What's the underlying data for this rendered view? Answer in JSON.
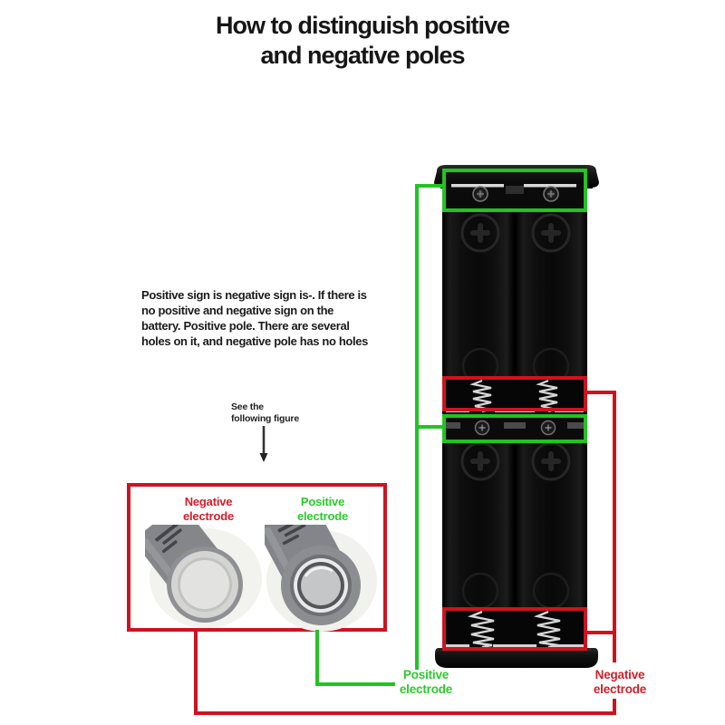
{
  "title": {
    "line1": "How to distinguish positive",
    "line2": "and negative poles"
  },
  "description": {
    "lines": [
      "Positive sign is negative sign is-. If there is",
      "no positive and negative sign on the",
      "battery. Positive pole. There are several",
      "holes on it, and negative pole has no holes"
    ]
  },
  "see_figure": {
    "line1": "See the",
    "line2": "following figure"
  },
  "figure": {
    "negative_label": {
      "line1": "Negative",
      "line2": "electrode"
    },
    "positive_label": {
      "line1": "Positive",
      "line2": "electrode"
    }
  },
  "holder_labels": {
    "positive": {
      "line1": "Positive",
      "line2": "electrode"
    },
    "negative": {
      "line1": "Negative",
      "line2": "electrode"
    }
  },
  "colors": {
    "positive_green": "#21c421",
    "negative_red": "#cc1420",
    "title_ink": "#161616",
    "holder_black": "#0c0c0c",
    "spring_silver": "#d6d6d6"
  },
  "icons": {
    "down_arrow": "down-arrow",
    "plus_emboss": "plus",
    "screw": "philips-screw",
    "spring": "coil-spring",
    "contact_strip": "metal-contact"
  }
}
